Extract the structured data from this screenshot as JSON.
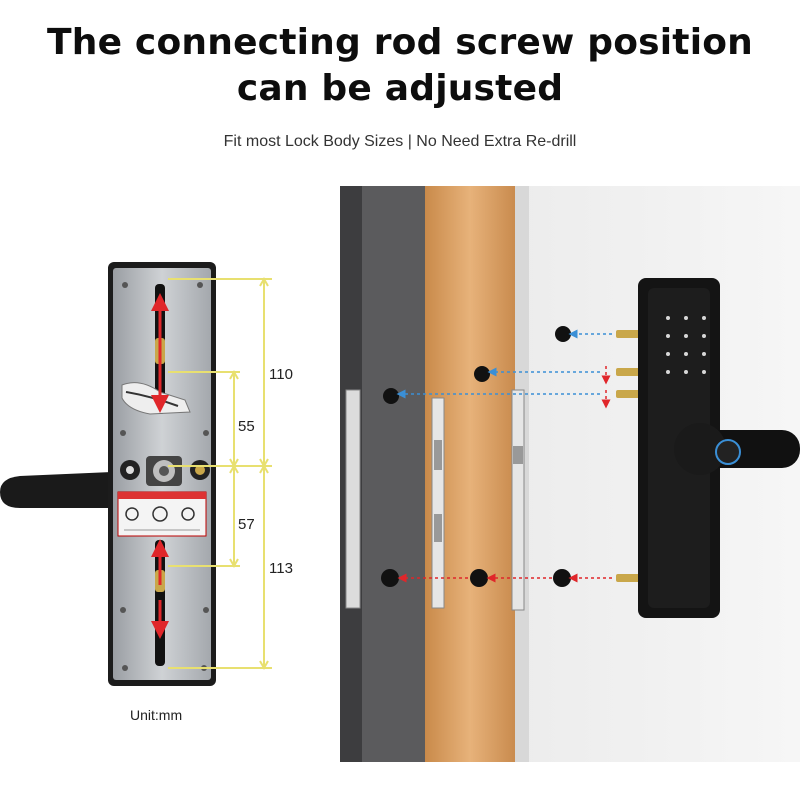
{
  "headline": {
    "line1": "The connecting rod screw position",
    "line2": "can be adjusted"
  },
  "subheadline": "Fit most Lock Body Sizes | No Need Extra Re-drill",
  "dimensions": {
    "top_full": "110",
    "top_adjust": "55",
    "bottom_adjust": "57",
    "bottom_full": "113"
  },
  "unit_label": "Unit:mm",
  "colors": {
    "dimension_line": "#e8e070",
    "arrow_red": "#e0262a",
    "arrow_blue": "#3a8fd6",
    "lock_black": "#111111"
  }
}
